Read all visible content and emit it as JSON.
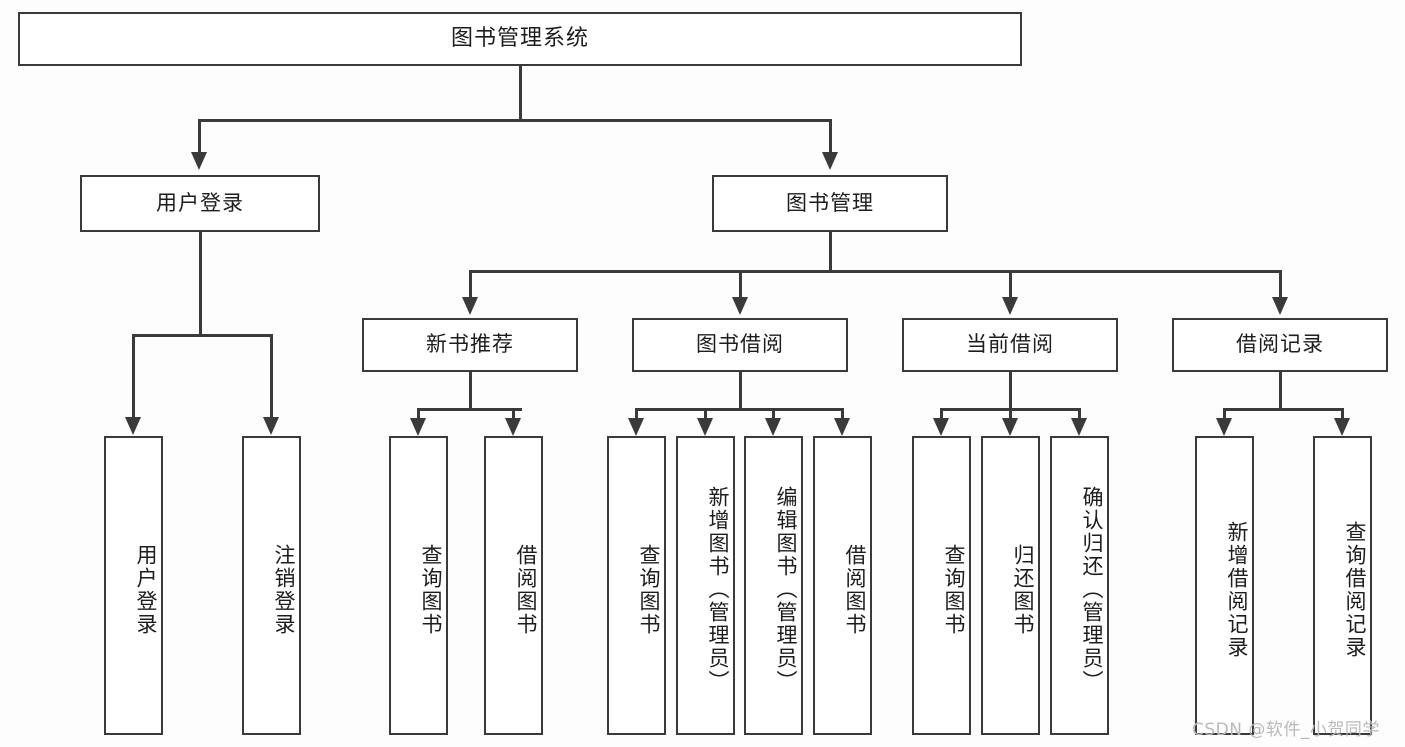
{
  "diagram": {
    "type": "tree",
    "title": "图书管理系统",
    "root": {
      "label": "图书管理系统"
    },
    "level1": [
      {
        "label": "用户登录"
      },
      {
        "label": "图书管理"
      }
    ],
    "level2": [
      {
        "label": "新书推荐"
      },
      {
        "label": "图书借阅"
      },
      {
        "label": "当前借阅"
      },
      {
        "label": "借阅记录"
      }
    ],
    "leaves": {
      "user_login": [
        {
          "label": "用户登录"
        },
        {
          "label": "注销登录"
        }
      ],
      "new_book": [
        {
          "label": "查询图书"
        },
        {
          "label": "借阅图书"
        }
      ],
      "book_borrow": [
        {
          "label": "查询图书"
        },
        {
          "label": "新增图书（管理员）"
        },
        {
          "label": "编辑图书（管理员）"
        },
        {
          "label": "借阅图书"
        }
      ],
      "current_borrow": [
        {
          "label": "查询图书"
        },
        {
          "label": "归还图书"
        },
        {
          "label": "确认归还（管理员）"
        }
      ],
      "borrow_record": [
        {
          "label": "新增借阅记录"
        },
        {
          "label": "查询借阅记录"
        }
      ]
    }
  },
  "watermark": {
    "text": "CSDN @软件_小贺同学"
  },
  "colors": {
    "stroke": "#3a3a3a",
    "node_fill": "#ffffff",
    "text": "#1d1d1d",
    "background": "#fdfdfd",
    "watermark": "#b9b9b9"
  }
}
